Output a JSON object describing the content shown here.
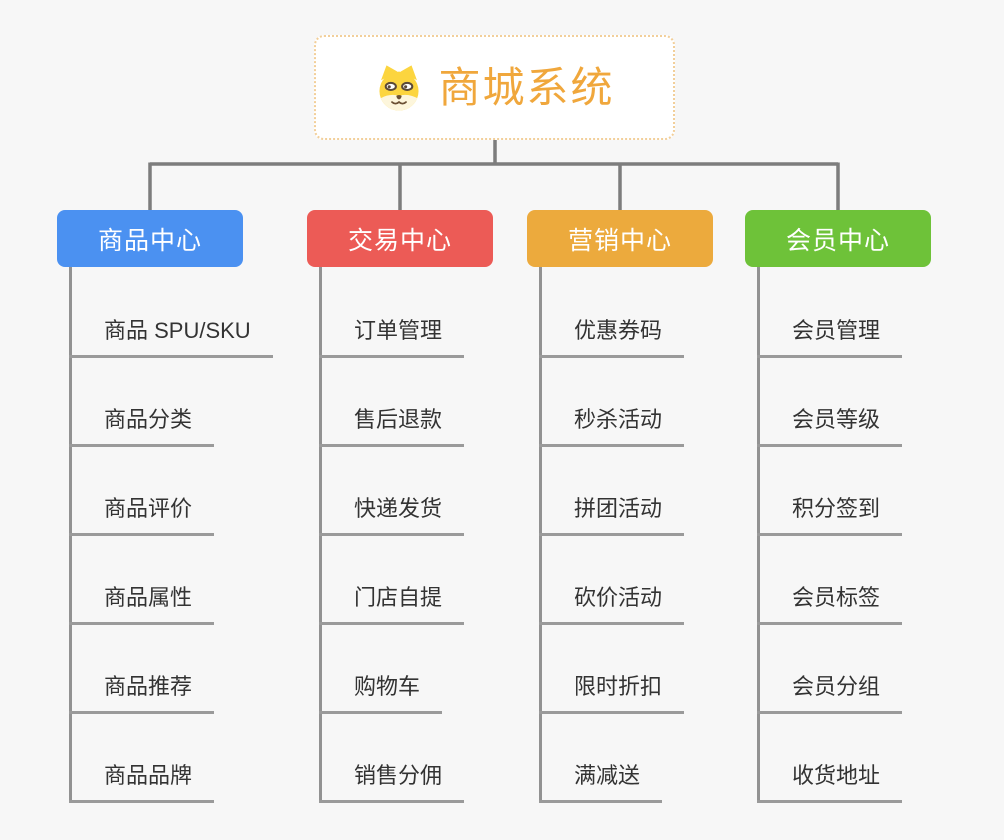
{
  "root": {
    "title": "商城系统",
    "icon": "dog-face-icon"
  },
  "branches": [
    {
      "label": "商品中心",
      "color": "#4b91f1",
      "children": [
        "商品 SPU/SKU",
        "商品分类",
        "商品评价",
        "商品属性",
        "商品推荐",
        "商品品牌"
      ]
    },
    {
      "label": "交易中心",
      "color": "#ec5b56",
      "children": [
        "订单管理",
        "售后退款",
        "快递发货",
        "门店自提",
        "购物车",
        "销售分佣"
      ]
    },
    {
      "label": "营销中心",
      "color": "#ecaa3d",
      "children": [
        "优惠券码",
        "秒杀活动",
        "拼团活动",
        "砍价活动",
        "限时折扣",
        "满减送"
      ]
    },
    {
      "label": "会员中心",
      "color": "#6ec239",
      "children": [
        "会员管理",
        "会员等级",
        "积分签到",
        "会员标签",
        "会员分组",
        "收货地址"
      ]
    }
  ],
  "colors": {
    "background": "#f7f7f7",
    "root_text": "#f0a73c",
    "root_border": "#f2cf9a",
    "connector": "#7d7d7d",
    "leaf_line": "#9a9a9a",
    "leaf_text": "#333333"
  }
}
